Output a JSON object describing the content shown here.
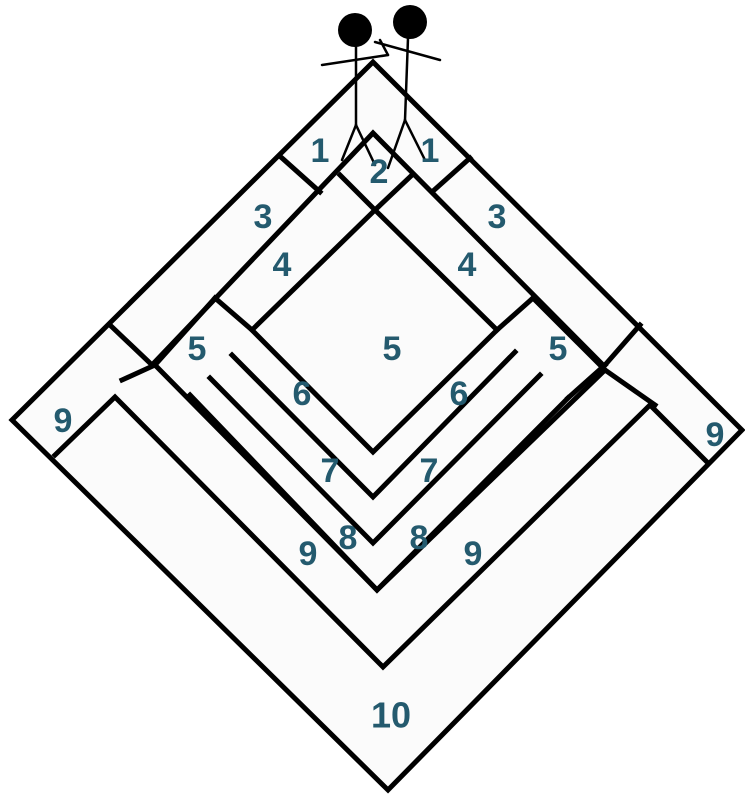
{
  "diagram": {
    "labels": {
      "r1_left": "1",
      "r1_right": "1",
      "r2": "2",
      "r3_left": "3",
      "r3_right": "3",
      "r4_left": "4",
      "r4_right": "4",
      "r5_left": "5",
      "r5_center": "5",
      "r5_right": "5",
      "r6_left": "6",
      "r6_right": "6",
      "r7_left": "7",
      "r7_right": "7",
      "r8_left": "8",
      "r8_right": "8",
      "r9_far_left": "9",
      "r9_far_right": "9",
      "r9_inner_left": "9",
      "r9_inner_right": "9",
      "r10": "10"
    },
    "colors": {
      "label": "#245a6e",
      "line": "#000000",
      "fill": "#fbfbfb"
    },
    "figures": [
      "stick-figure-left",
      "stick-figure-right"
    ]
  }
}
